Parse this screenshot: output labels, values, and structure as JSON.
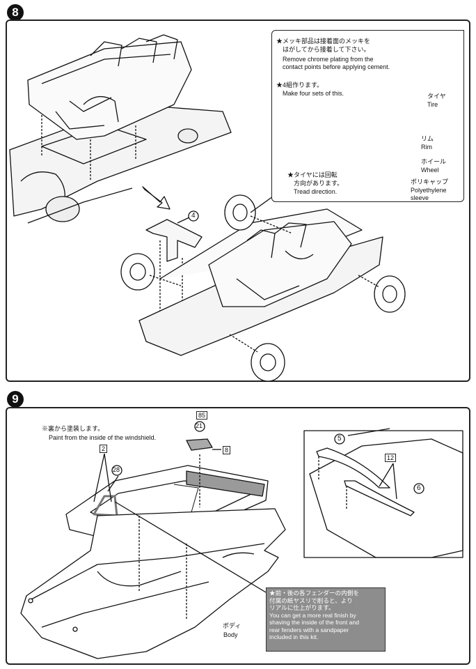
{
  "step8": {
    "number": "8",
    "note_chrome_jp1": "★メッキ部品は接着面のメッキを",
    "note_chrome_jp2": "はがしてから接着して下さい。",
    "note_chrome_en1": "Remove chrome plating from the",
    "note_chrome_en2": "contact points before applying cement.",
    "note_sets_jp": "★4組作ります。",
    "note_sets_en": "Make four sets of this.",
    "label_tire_jp": "タイヤ",
    "label_tire_en": "Tire",
    "label_rim_jp": "リム",
    "label_rim_en": "Rim",
    "label_wheel_jp": "ホイール",
    "label_wheel_en": "Wheel",
    "label_cap_jp": "ポリキャップ",
    "label_cap_en1": "Polyethylene",
    "label_cap_en2": "sleeve",
    "tread_jp1": "★タイヤには回転",
    "tread_jp2": "方向があります。",
    "tread_en": "Tread direction.",
    "part_callout": "4"
  },
  "step9": {
    "number": "9",
    "paint_jp": "※裏から塗装します。",
    "paint_en": "Paint from the inside of the windshield.",
    "part_21": "21",
    "part_28": "28",
    "part_5": "5",
    "part_6": "6",
    "paint_code_85": "85",
    "paint_code_8": "8",
    "paint_code_2": "2",
    "paint_code_12": "12",
    "body_jp": "ボディ",
    "body_en": "Body",
    "fender_jp1": "★前・後の各フェンダーの内側を",
    "fender_jp2": "付属の紙ヤスリで削ると、より",
    "fender_jp3": "リアルに仕上がります。",
    "fender_en1": "You can get a more real finish by",
    "fender_en2": "shaving the inside of the front and",
    "fender_en3": "rear fenders with a sandpaper",
    "fender_en4": "included in this kit."
  }
}
